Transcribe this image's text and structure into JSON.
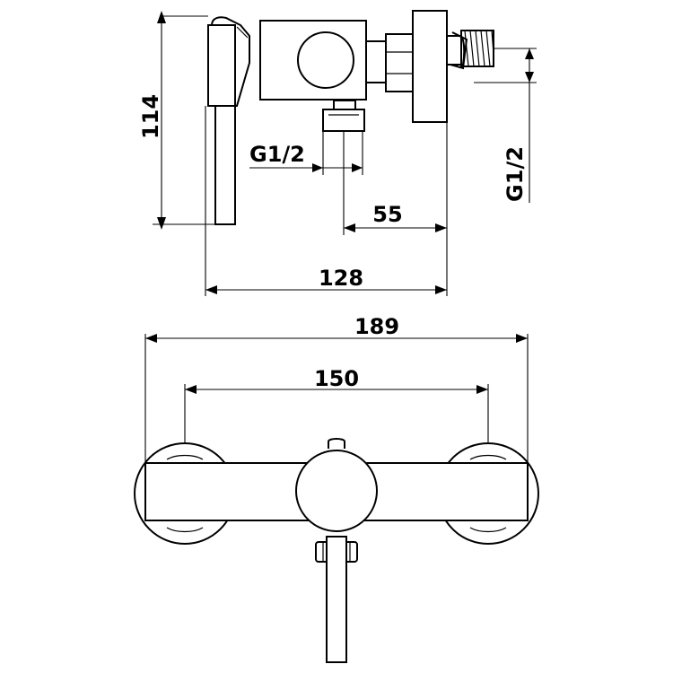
{
  "dimensions": {
    "height_114": "114",
    "inlet_g12_left": "G1/2",
    "outlet_offset_55": "55",
    "depth_128": "128",
    "inlet_g12_right": "G1/2",
    "overall_width_189": "189",
    "centers_150": "150"
  }
}
